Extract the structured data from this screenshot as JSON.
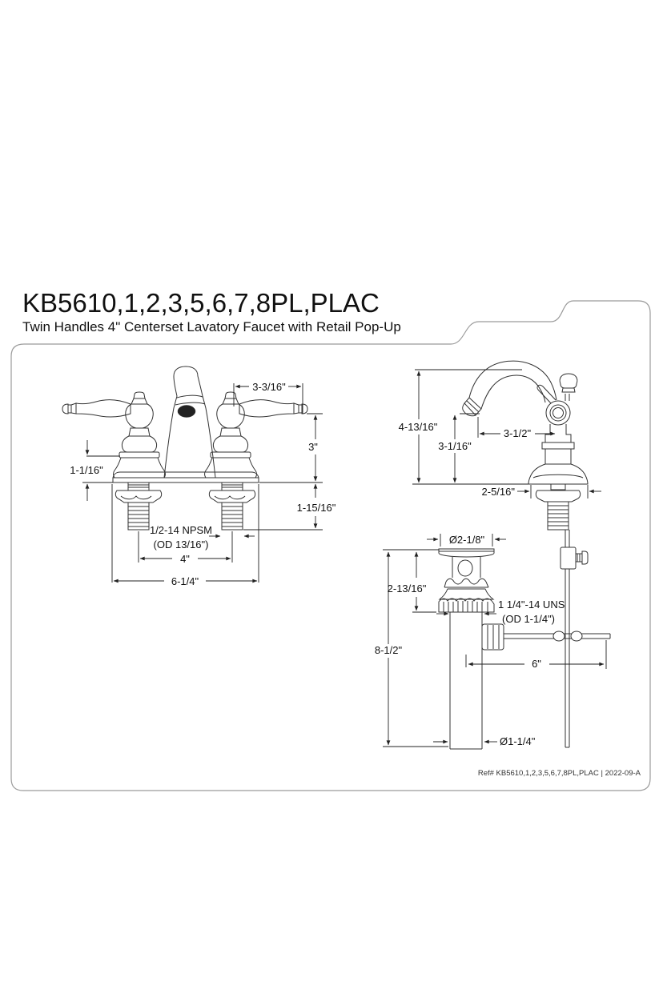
{
  "title": "KB5610,1,2,3,5,6,7,8PL,PLAC",
  "subtitle": "Twin Handles 4\" Centerset Lavatory Faucet with Retail Pop-Up",
  "ref_text": "Ref# KB5610,1,2,3,5,6,7,8PL,PLAC | 2022-09-A",
  "front_view": {
    "dims": {
      "handle_reach": "3-3/16\"",
      "handle_height": "3\"",
      "deck_height": "1-1/16\"",
      "shank_length": "1-15/16\"",
      "thread_spec_line1": "1/2-14 NPSM",
      "thread_spec_line2": "(OD 13/16\")",
      "center_spacing": "4\"",
      "overall_width": "6-1/4\""
    }
  },
  "side_view": {
    "dims": {
      "overall_height": "4-13/16\"",
      "spout_reach": "3-1/2\"",
      "spout_height": "3-1/16\"",
      "base_width": "2-5/16\""
    }
  },
  "popup_drain": {
    "dims": {
      "flange_diameter": "Ø2-1/8\"",
      "top_height": "2-13/16\"",
      "overall_height": "8-1/2\"",
      "thread_spec_line1": "1 1/4\"-14 UNS",
      "thread_spec_line2": "(OD 1-1/4\")",
      "rod_length": "6\"",
      "tailpiece_diameter": "Ø1-1/4\""
    }
  }
}
